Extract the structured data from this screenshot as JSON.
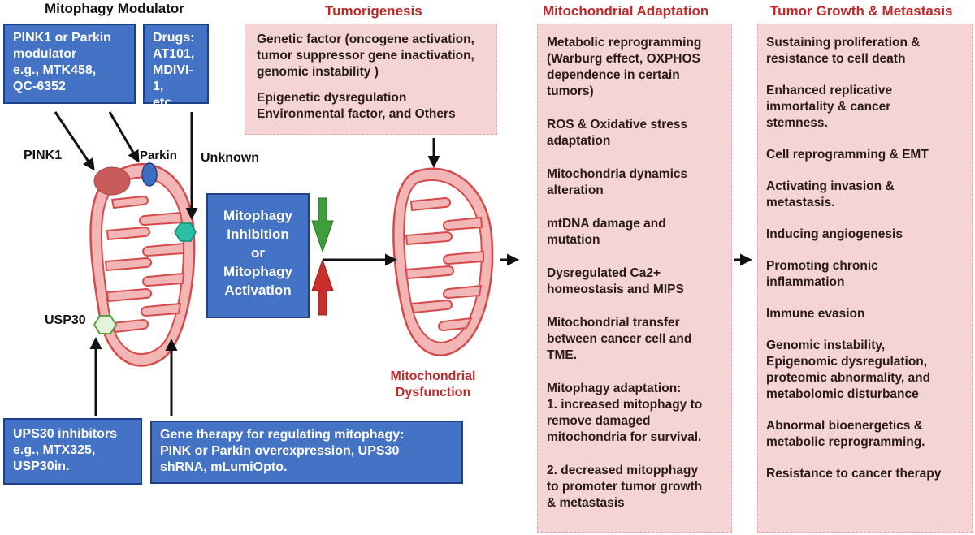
{
  "headers": {
    "modulator": "Mitophagy Modulator",
    "tumorigenesis": "Tumorigenesis",
    "adaptation": "Mitochondrial Adaptation",
    "growth": "Tumor Growth & Metastasis"
  },
  "modulator_boxes": {
    "pink1_parkin": [
      "PINK1 or Parkin",
      "modulator",
      "e.g., MTK458,",
      "QC-6352"
    ],
    "drugs": [
      "Drugs:",
      "AT101,",
      "MDIVI-1,",
      "etc."
    ],
    "usp30_inhibitors": [
      "UPS30 inhibitors",
      "e.g., MTX325,",
      "USP30in."
    ],
    "gene_therapy": [
      "Gene therapy for regulating mitophagy:",
      "PINK or Parkin overexpression, UPS30",
      "shRNA, mLumiOpto."
    ]
  },
  "labels": {
    "pink1": "PINK1",
    "parkin": "Parkin",
    "unknown": "Unknown",
    "usp30": "USP30"
  },
  "center_box": [
    "Mitophagy",
    "Inhibition",
    "or",
    "Mitophagy",
    "Activation"
  ],
  "tumorigenesis_box": {
    "genetic": [
      "Genetic factor (oncogene activation,",
      "tumor suppressor gene inactivation,",
      "genomic instability )"
    ],
    "others": [
      "Epigenetic dysregulation",
      "Environmental factor, and Others"
    ]
  },
  "dysfunction_caption": [
    "Mitochondrial",
    "Dysfunction"
  ],
  "adaptation_items": [
    [
      "Metabolic reprogramming",
      "(Warburg effect, OXPHOS",
      "dependence in certain",
      "tumors)"
    ],
    [
      "ROS & Oxidative stress",
      "adaptation"
    ],
    [
      "Mitochondria dynamics",
      "alteration"
    ],
    [
      "mtDNA damage and",
      "mutation"
    ],
    [
      "Dysregulated Ca2+",
      "homeostasis and MIPS"
    ],
    [
      "Mitochondrial transfer",
      "between cancer cell and",
      "TME."
    ],
    [
      "Mitophagy adaptation:",
      "1. increased mitophagy to",
      "remove damaged",
      "mitochondria for survival."
    ],
    [
      "2. decreased mitopphagy",
      "to  promoter tumor growth",
      "& metastasis"
    ]
  ],
  "growth_items": [
    [
      "Sustaining proliferation &",
      "resistance to cell death"
    ],
    [
      "Enhanced replicative",
      "immortality & cancer",
      "stemness."
    ],
    [
      "Cell reprogramming & EMT"
    ],
    [
      "Activating invasion &",
      "metastasis."
    ],
    [
      "Inducing angiogenesis"
    ],
    [
      "Promoting chronic",
      "inflammation"
    ],
    [
      "Immune evasion"
    ],
    [
      "Genomic instability,",
      "Epigenomic dysregulation,",
      "proteomic abnormality, and",
      "metabolomic disturbance"
    ],
    [
      "Abnormal bioenergetics &",
      "metabolic reprogramming."
    ],
    [
      "Resistance to cancer therapy"
    ]
  ],
  "colors": {
    "blue_box": "#4472c4",
    "pink_box": "#f4d4d4",
    "red_title": "#c0282a",
    "mito_outer": "#f2b6b6",
    "mito_stroke": "#d64a4a",
    "green_arrow": "#3f9e3a",
    "red_arrow": "#c9302c"
  }
}
